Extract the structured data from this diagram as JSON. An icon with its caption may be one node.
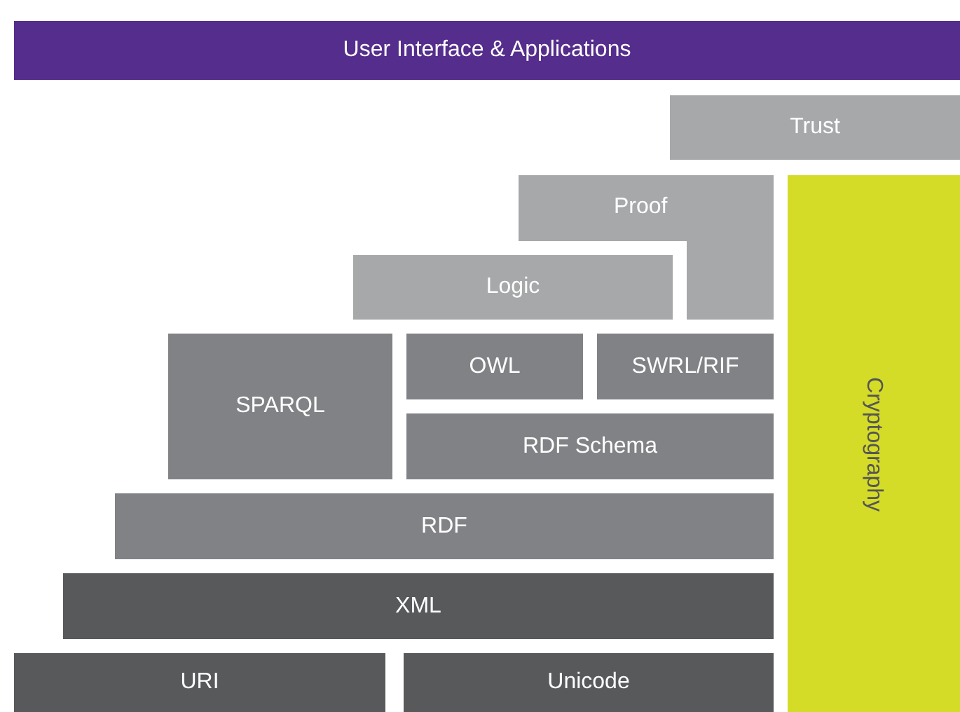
{
  "diagram": {
    "nodes": [
      {
        "text": [
          "User Interface & Applications"
        ]
      },
      {
        "text": [
          "Trust"
        ]
      },
      {
        "text": [
          "Proof"
        ]
      },
      {
        "text": [
          "Logic"
        ]
      },
      {
        "text": [
          "SPARQL"
        ]
      },
      {
        "text": [
          "OWL"
        ]
      },
      {
        "text": [
          "SWRL/RIF"
        ]
      },
      {
        "text": [
          "RDF Schema"
        ]
      },
      {
        "text": [
          "RDF"
        ]
      },
      {
        "text": [
          "XML"
        ]
      },
      {
        "text": [
          "URI"
        ]
      },
      {
        "text": [
          "Unicode"
        ]
      },
      {
        "text": [
          "Cryptography"
        ]
      }
    ]
  }
}
